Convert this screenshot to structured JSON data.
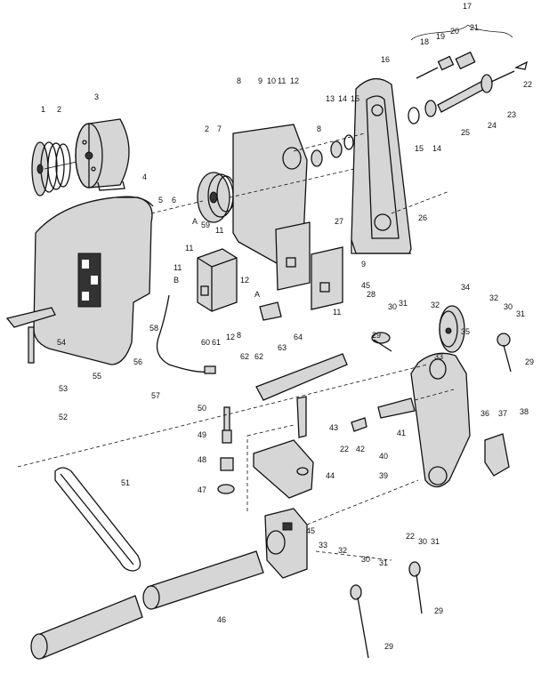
{
  "callouts": [
    {
      "id": "c1",
      "text": "1"
    },
    {
      "id": "c2",
      "text": "2"
    },
    {
      "id": "c3",
      "text": "3"
    },
    {
      "id": "c4",
      "text": "4"
    },
    {
      "id": "c5",
      "text": "5"
    },
    {
      "id": "c6",
      "text": "6"
    },
    {
      "id": "c7",
      "text": "7"
    },
    {
      "id": "c2b",
      "text": "2"
    },
    {
      "id": "c8",
      "text": "8"
    },
    {
      "id": "c9",
      "text": "9"
    },
    {
      "id": "c10",
      "text": "10"
    },
    {
      "id": "c11",
      "text": "11"
    },
    {
      "id": "c12",
      "text": "12"
    },
    {
      "id": "c13",
      "text": "13"
    },
    {
      "id": "c14",
      "text": "14"
    },
    {
      "id": "c15",
      "text": "15"
    },
    {
      "id": "c16",
      "text": "16"
    },
    {
      "id": "c17",
      "text": "17"
    },
    {
      "id": "c18",
      "text": "18"
    },
    {
      "id": "c19",
      "text": "19"
    },
    {
      "id": "c20",
      "text": "20"
    },
    {
      "id": "c21",
      "text": "21"
    },
    {
      "id": "c22",
      "text": "22"
    },
    {
      "id": "c23",
      "text": "23"
    },
    {
      "id": "c24",
      "text": "24"
    },
    {
      "id": "c25",
      "text": "25"
    },
    {
      "id": "c15b",
      "text": "15"
    },
    {
      "id": "c14b",
      "text": "14"
    },
    {
      "id": "c26",
      "text": "26"
    },
    {
      "id": "c27",
      "text": "27"
    },
    {
      "id": "c8b",
      "text": "8"
    },
    {
      "id": "c11b",
      "text": "11"
    },
    {
      "id": "c59",
      "text": "59"
    },
    {
      "id": "cA1",
      "text": "A"
    },
    {
      "id": "c11c",
      "text": "11"
    },
    {
      "id": "c11d",
      "text": "11"
    },
    {
      "id": "cB",
      "text": "B"
    },
    {
      "id": "c12b",
      "text": "12"
    },
    {
      "id": "cA2",
      "text": "A"
    },
    {
      "id": "c9b",
      "text": "9"
    },
    {
      "id": "c45",
      "text": "45"
    },
    {
      "id": "c28",
      "text": "28"
    },
    {
      "id": "c11e",
      "text": "11"
    },
    {
      "id": "c64",
      "text": "64"
    },
    {
      "id": "c63",
      "text": "63"
    },
    {
      "id": "c62",
      "text": "62"
    },
    {
      "id": "c62b",
      "text": "62"
    },
    {
      "id": "c8c",
      "text": "8"
    },
    {
      "id": "c12c",
      "text": "12"
    },
    {
      "id": "c61",
      "text": "61"
    },
    {
      "id": "c60",
      "text": "60"
    },
    {
      "id": "c58",
      "text": "58"
    },
    {
      "id": "c56",
      "text": "56"
    },
    {
      "id": "c57",
      "text": "57"
    },
    {
      "id": "c55",
      "text": "55"
    },
    {
      "id": "c54",
      "text": "54"
    },
    {
      "id": "c53",
      "text": "53"
    },
    {
      "id": "c52",
      "text": "52"
    },
    {
      "id": "c29",
      "text": "29"
    },
    {
      "id": "c30",
      "text": "30"
    },
    {
      "id": "c31",
      "text": "31"
    },
    {
      "id": "c32",
      "text": "32"
    },
    {
      "id": "c33",
      "text": "33"
    },
    {
      "id": "c34",
      "text": "34"
    },
    {
      "id": "c35",
      "text": "35"
    },
    {
      "id": "c30b",
      "text": "30"
    },
    {
      "id": "c31b",
      "text": "31"
    },
    {
      "id": "c32b",
      "text": "32"
    },
    {
      "id": "c29b",
      "text": "29"
    },
    {
      "id": "c43",
      "text": "43"
    },
    {
      "id": "c41",
      "text": "41"
    },
    {
      "id": "c22b",
      "text": "22"
    },
    {
      "id": "c42",
      "text": "42"
    },
    {
      "id": "c36",
      "text": "36"
    },
    {
      "id": "c37",
      "text": "37"
    },
    {
      "id": "c38",
      "text": "38"
    },
    {
      "id": "c40",
      "text": "40"
    },
    {
      "id": "c39",
      "text": "39"
    },
    {
      "id": "c50",
      "text": "50"
    },
    {
      "id": "c49",
      "text": "49"
    },
    {
      "id": "c48",
      "text": "48"
    },
    {
      "id": "c47",
      "text": "47"
    },
    {
      "id": "c44",
      "text": "44"
    },
    {
      "id": "c51",
      "text": "51"
    },
    {
      "id": "c45b",
      "text": "45"
    },
    {
      "id": "c33b",
      "text": "33"
    },
    {
      "id": "c32c",
      "text": "32"
    },
    {
      "id": "c22c",
      "text": "22"
    },
    {
      "id": "c30c",
      "text": "30"
    },
    {
      "id": "c31c",
      "text": "31"
    },
    {
      "id": "c30d",
      "text": "30"
    },
    {
      "id": "c31d",
      "text": "31"
    },
    {
      "id": "c29c",
      "text": "29"
    },
    {
      "id": "c46",
      "text": "46"
    },
    {
      "id": "c29d",
      "text": "29"
    }
  ]
}
